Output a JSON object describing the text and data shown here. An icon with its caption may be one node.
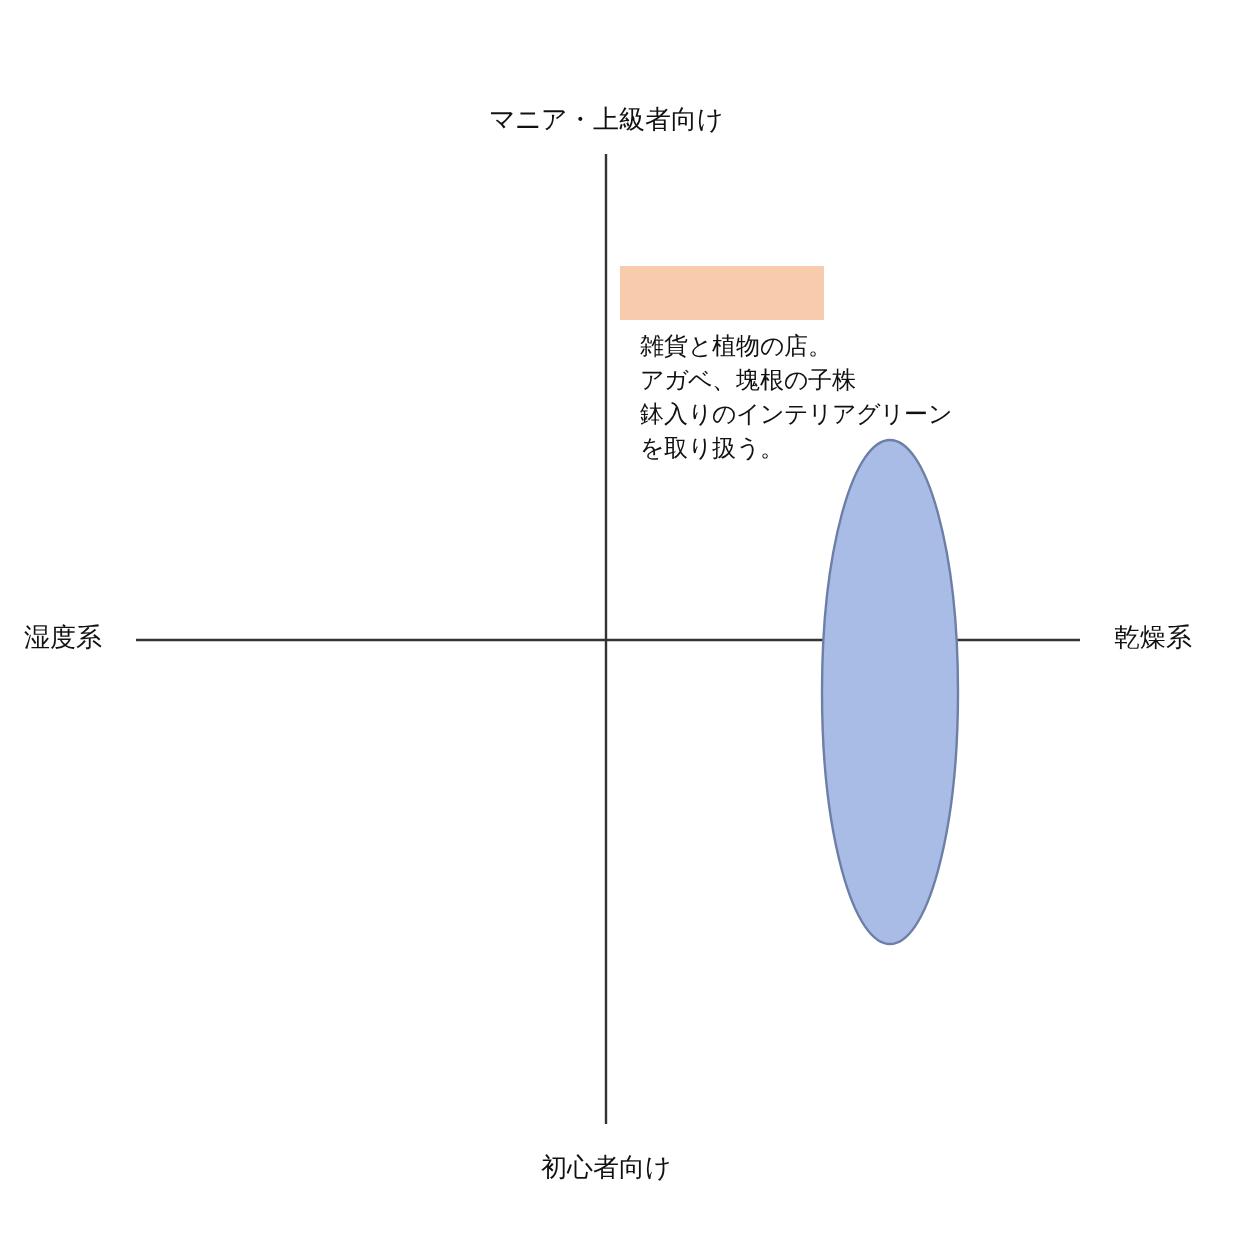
{
  "diagram": {
    "nodes": [
      {
        "text": [],
        "shape": "box"
      },
      {
        "text": [],
        "shape": "ellipse"
      }
    ],
    "edges": [],
    "labels": [
      "マニア・上級者向け",
      "雑貨と植物の店。",
      "アガベ、塊根の子株",
      "鉢入りのインテリアグリーン",
      "を取り扱う。",
      "湿度系",
      "乾燥系",
      "初心者向け"
    ]
  }
}
